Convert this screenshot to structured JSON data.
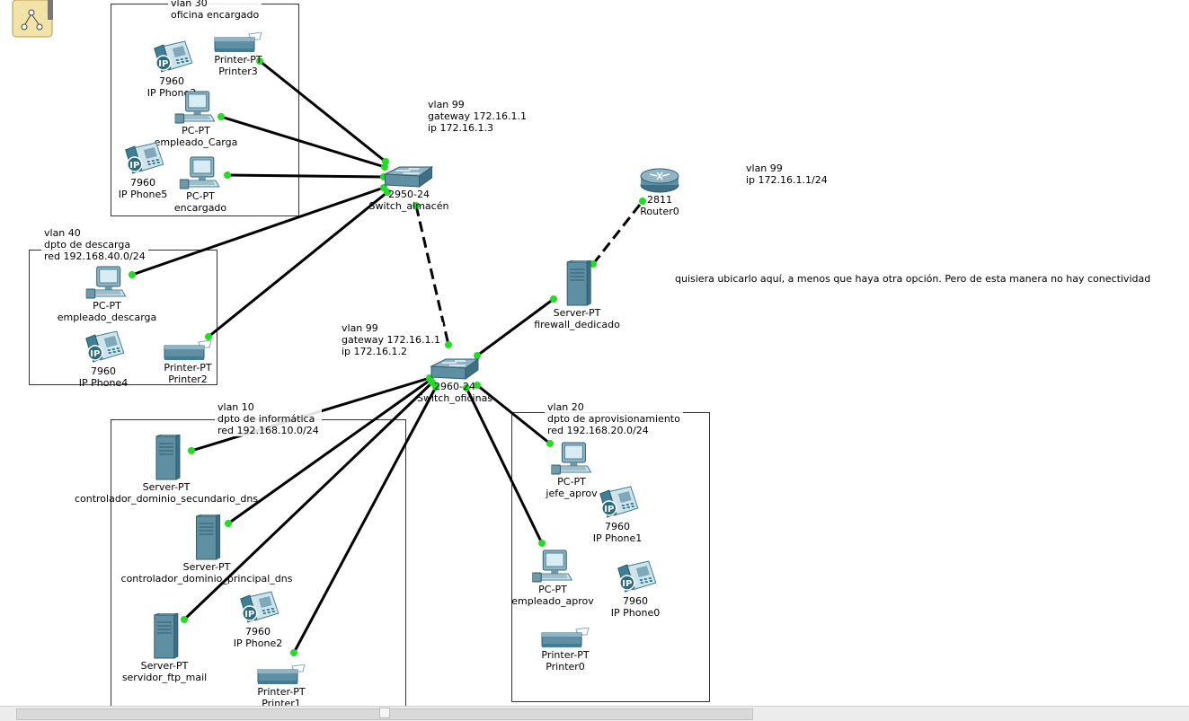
{
  "annotations": {
    "vlan30": [
      "vlan 30",
      "oficina encargado"
    ],
    "vlan40": [
      "vlan 40",
      "dpto de descarga",
      "red 192.168.40.0/24"
    ],
    "vlan10": [
      "vlan 10",
      "dpto de informática",
      "red 192.168.10.0/24"
    ],
    "vlan20": [
      "vlan 20",
      "dpto de aprovisionamiento",
      "red 192.168.20.0/24"
    ],
    "sw_almacen_ip": [
      "vlan 99",
      "gateway 172.16.1.1",
      "ip 172.16.1.3"
    ],
    "sw_oficinas_ip": [
      "vlan 99",
      "gateway 172.16.1.1",
      "ip 172.16.1.2"
    ],
    "router_ip": [
      "vlan 99",
      "ip 172.16.1.1/24"
    ],
    "comment": "quisiera ubicarlo aquí, a menos que haya otra opción.   Pero de esta manera no hay conectividad"
  },
  "devices": {
    "ipphone3": {
      "model": "7960",
      "name": "IP Phone3",
      "icon": "ip-phone-icon"
    },
    "printer3": {
      "model": "Printer-PT",
      "name": "Printer3",
      "icon": "printer-icon"
    },
    "empleado_carga": {
      "model": "PC-PT",
      "name": "empleado_Carga",
      "icon": "pc-icon"
    },
    "ipphone5": {
      "model": "7960",
      "name": "IP Phone5",
      "icon": "ip-phone-icon"
    },
    "encargado": {
      "model": "PC-PT",
      "name": "encargado",
      "icon": "pc-icon"
    },
    "switch_almacen": {
      "model": "2950-24",
      "name": "Switch_almacén",
      "icon": "switch-icon"
    },
    "router0": {
      "model": "2811",
      "name": "Router0",
      "icon": "router-icon"
    },
    "empleado_descarga": {
      "model": "PC-PT",
      "name": "empleado_descarga",
      "icon": "pc-icon"
    },
    "ipphone4": {
      "model": "7960",
      "name": "IP Phone4",
      "icon": "ip-phone-icon"
    },
    "printer2": {
      "model": "Printer-PT",
      "name": "Printer2",
      "icon": "printer-icon"
    },
    "firewall": {
      "model": "Server-PT",
      "name": "firewall_dedicado",
      "icon": "server-icon"
    },
    "switch_oficinas": {
      "model": "2960-24",
      "name": "Switch_oficinas",
      "icon": "switch-icon"
    },
    "ctrl_secundario": {
      "model": "Server-PT",
      "name": "controlador_dominio_secundario_dns",
      "icon": "server-icon"
    },
    "ctrl_principal": {
      "model": "Server-PT",
      "name": "controlador_dominio_principal_dns",
      "icon": "server-icon"
    },
    "servidor_ftp": {
      "model": "Server-PT",
      "name": "servidor_ftp_mail",
      "icon": "server-icon"
    },
    "ipphone2": {
      "model": "7960",
      "name": "IP Phone2",
      "icon": "ip-phone-icon"
    },
    "printer1": {
      "model": "Printer-PT",
      "name": "Printer1",
      "icon": "printer-icon"
    },
    "jefe_aprov": {
      "model": "PC-PT",
      "name": "jefe_aprov",
      "icon": "pc-icon"
    },
    "ipphone1": {
      "model": "7960",
      "name": "IP Phone1",
      "icon": "ip-phone-icon"
    },
    "empleado_aprov": {
      "model": "PC-PT",
      "name": "empleado_aprov",
      "icon": "pc-icon"
    },
    "ipphone0": {
      "model": "7960",
      "name": "IP Phone0",
      "icon": "ip-phone-icon"
    },
    "printer0": {
      "model": "Printer-PT",
      "name": "Printer0",
      "icon": "printer-icon"
    }
  },
  "links": [
    {
      "from": "printer3",
      "to": "switch_almacen",
      "style": "straight-through"
    },
    {
      "from": "empleado_carga",
      "to": "switch_almacen",
      "style": "straight-through"
    },
    {
      "from": "encargado",
      "to": "switch_almacen",
      "style": "straight-through"
    },
    {
      "from": "empleado_descarga",
      "to": "switch_almacen",
      "style": "straight-through"
    },
    {
      "from": "printer2",
      "to": "switch_almacen",
      "style": "straight-through"
    },
    {
      "from": "switch_almacen",
      "to": "switch_oficinas",
      "style": "crossover"
    },
    {
      "from": "firewall",
      "to": "router0",
      "style": "crossover"
    },
    {
      "from": "switch_oficinas",
      "to": "firewall",
      "style": "straight-through"
    },
    {
      "from": "switch_oficinas",
      "to": "ctrl_secundario",
      "style": "straight-through"
    },
    {
      "from": "switch_oficinas",
      "to": "ctrl_principal",
      "style": "straight-through"
    },
    {
      "from": "switch_oficinas",
      "to": "servidor_ftp",
      "style": "straight-through"
    },
    {
      "from": "switch_oficinas",
      "to": "printer1",
      "style": "straight-through"
    },
    {
      "from": "switch_oficinas",
      "to": "jefe_aprov",
      "style": "straight-through"
    },
    {
      "from": "switch_oficinas",
      "to": "empleado_aprov",
      "style": "straight-through"
    }
  ],
  "colors": {
    "link": "#000000",
    "port_up": "#22dd22",
    "device": "#3f7f96",
    "device_light": "#cfe3ea"
  }
}
